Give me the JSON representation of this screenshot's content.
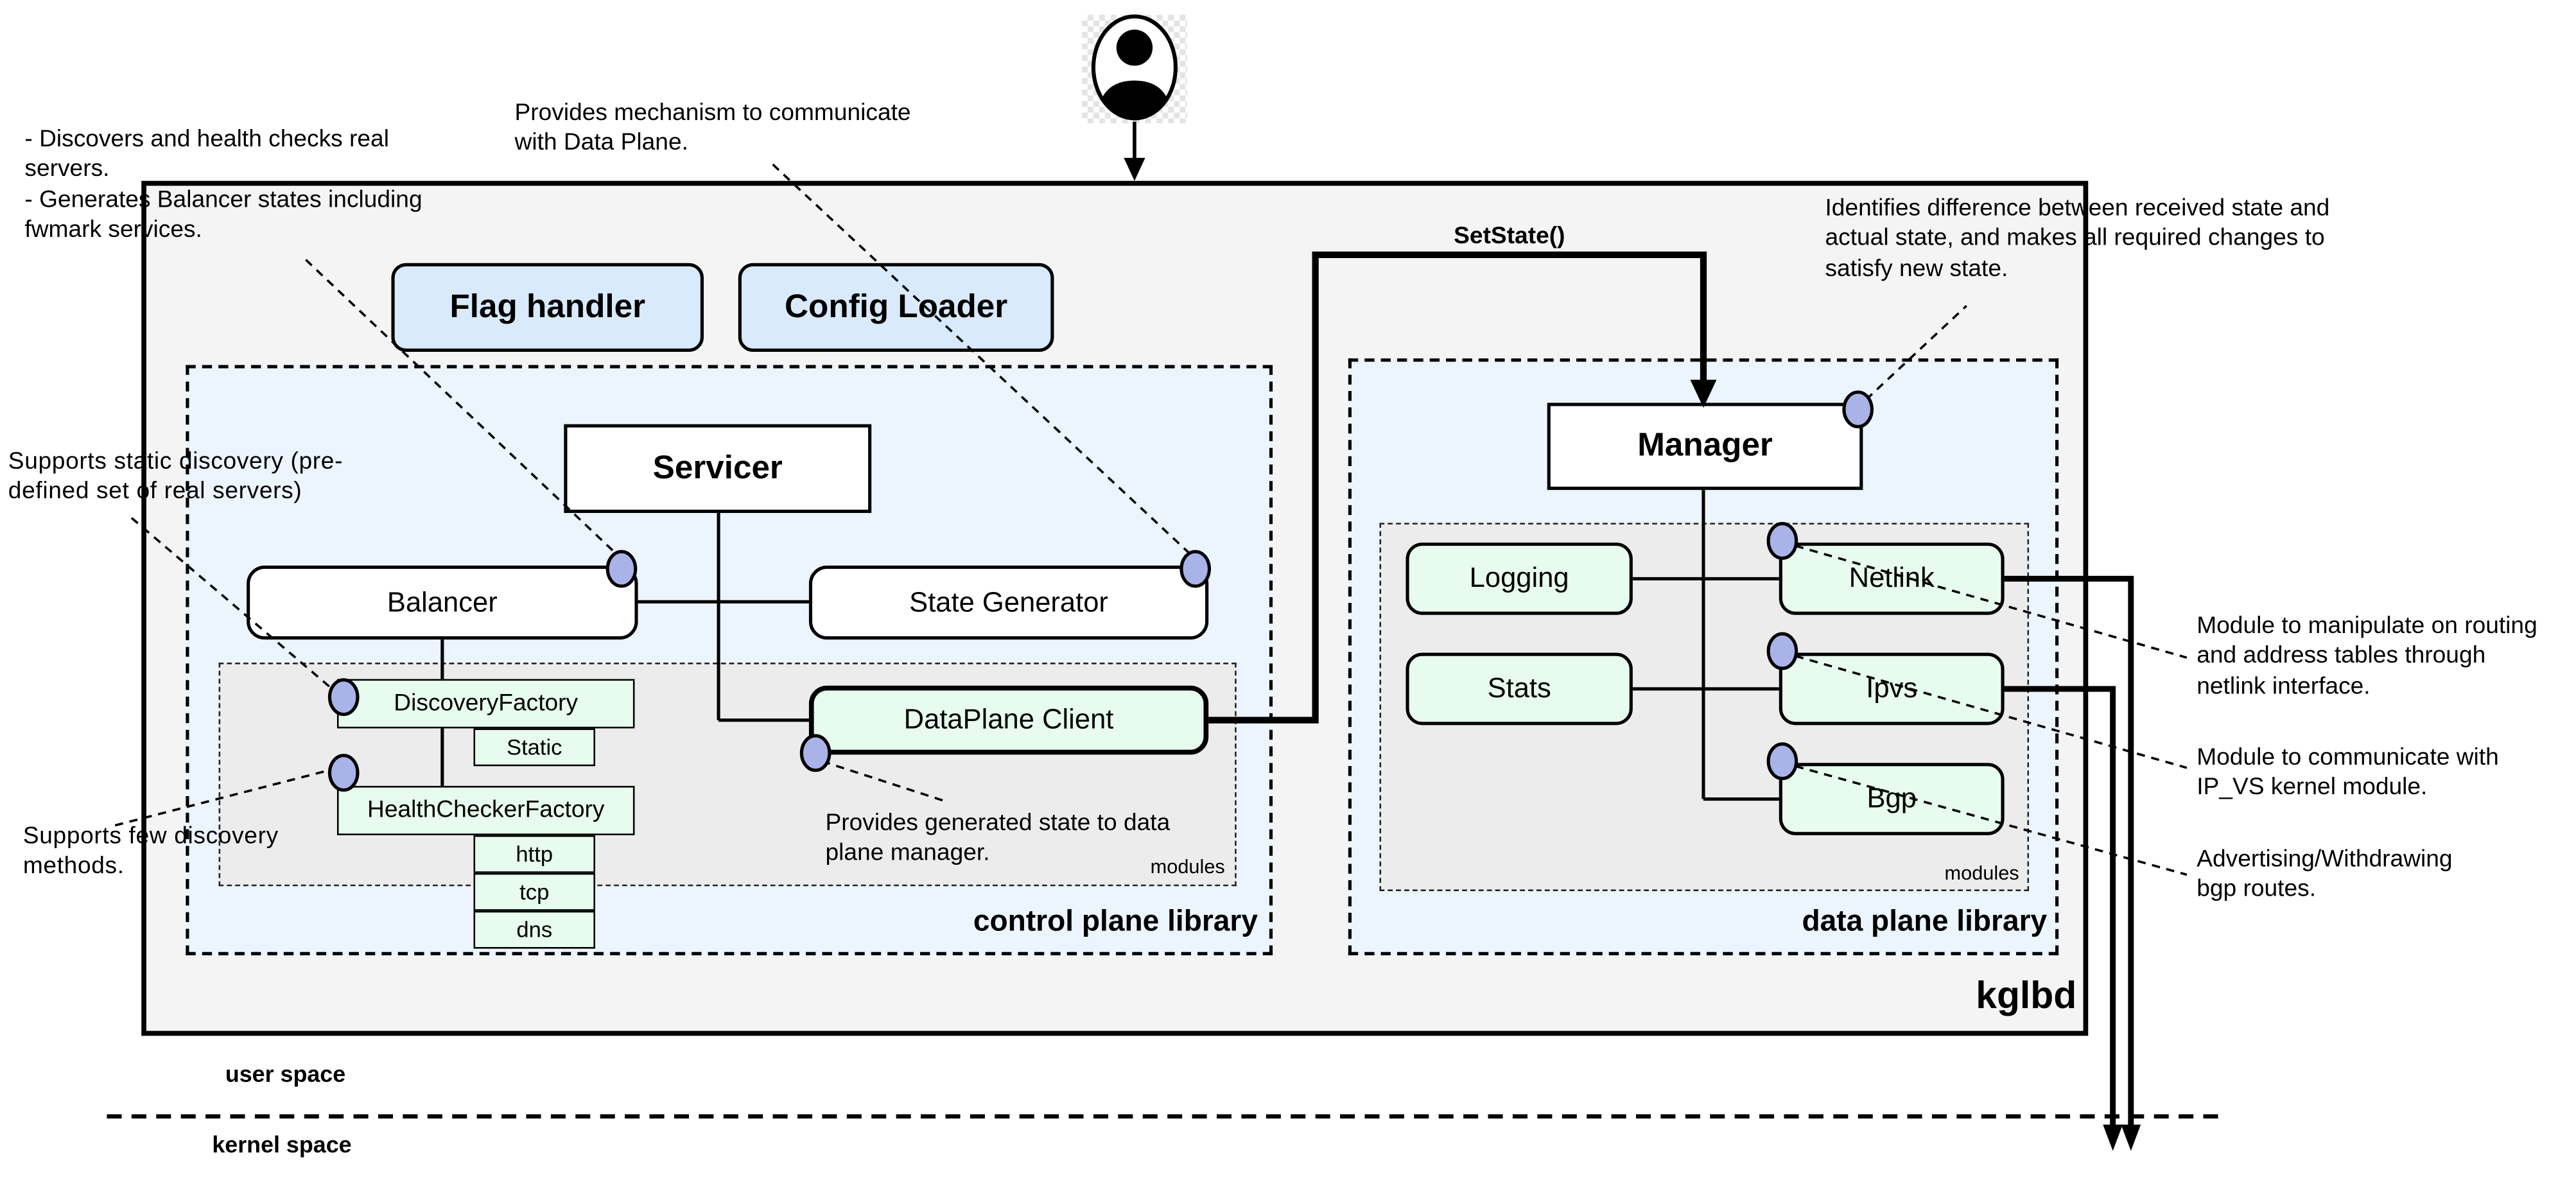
{
  "diagram_title": "kglbd",
  "colors": {
    "outer_fill": "#f4f4f4",
    "library_fill": "#ecf4fd",
    "modules_fill": "#ececec",
    "blue_box_fill": "#d8eafb",
    "mint_fill": "#e7fbef",
    "port_circle_fill": "#a9b3e8",
    "line_color": "#000000"
  },
  "labels": {
    "set_state": "SetState()",
    "kglbd": "kglbd",
    "user_space": "user space",
    "kernel_space": "kernel space",
    "control_plane_library": "control plane library",
    "data_plane_library": "data plane library",
    "modules_control": "modules",
    "modules_data": "modules"
  },
  "nodes": {
    "flag_handler": "Flag handler",
    "config_loader": "Config Loader",
    "servicer": "Servicer",
    "balancer": "Balancer",
    "state_generator": "State Generator",
    "discovery_factory": "DiscoveryFactory",
    "static": "Static",
    "health_checker_factory": "HealthCheckerFactory",
    "http": "http",
    "tcp": "tcp",
    "dns": "dns",
    "dataplane_client": "DataPlane Client",
    "manager": "Manager",
    "logging": "Logging",
    "stats": "Stats",
    "netlink": "Netlink",
    "ipvs": "Ipvs",
    "bgp": "Bgp"
  },
  "annotations": {
    "discovers": "- Discovers and health checks  real\nservers.\n- Generates Balancer states including\nfwmark services.",
    "provides_mechanism": "Provides mechanism to communicate\nwith Data Plane.",
    "static_discovery": "Supports static discovery (pre-\ndefined set of real servers)",
    "few_methods": "Supports few discovery\nmethods.",
    "provides_generated": "Provides generated state to data\nplane manager.",
    "identifies": "Identifies difference between received state and\nactual state, and makes all required changes to\nsatisfy new state.",
    "module_manipulate": "Module to manipulate on routing\nand address tables through\nnetlink interface.",
    "module_communicate": "Module to communicate with\nIP_VS kernel module.",
    "advertising": "Advertising/Withdrawing\nbgp routes."
  }
}
